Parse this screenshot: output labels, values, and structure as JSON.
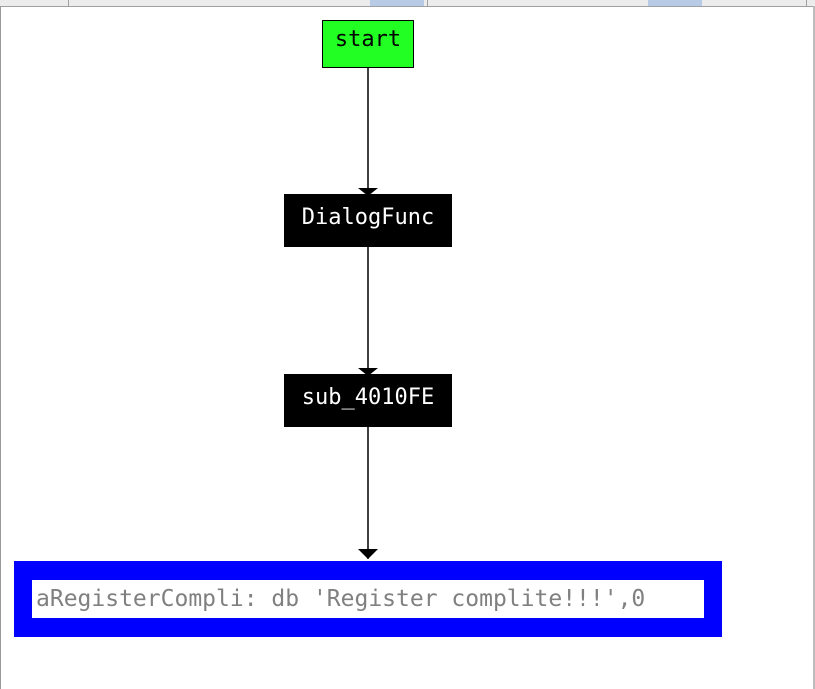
{
  "graph": {
    "nodes": [
      {
        "id": "start",
        "label": "start",
        "fill": "#22ff22",
        "text_color": "#000000"
      },
      {
        "id": "dialogfunc",
        "label": "DialogFunc",
        "fill": "#000000",
        "text_color": "#ffffff"
      },
      {
        "id": "sub_4010FE",
        "label": "sub_4010FE",
        "fill": "#000000",
        "text_color": "#ffffff"
      },
      {
        "id": "aRegisterCompli",
        "label": "aRegisterCompli: db 'Register complite!!!',0",
        "fill": "#ffffff",
        "border_color": "#0000ff",
        "text_color": "#808080"
      }
    ],
    "edges": [
      {
        "from": "start",
        "to": "dialogfunc"
      },
      {
        "from": "dialogfunc",
        "to": "sub_4010FE"
      },
      {
        "from": "sub_4010FE",
        "to": "aRegisterCompli"
      }
    ]
  },
  "colors": {
    "start_fill": "#22ff22",
    "function_fill": "#000000",
    "data_frame": "#0000ff",
    "edge": "#000000"
  }
}
